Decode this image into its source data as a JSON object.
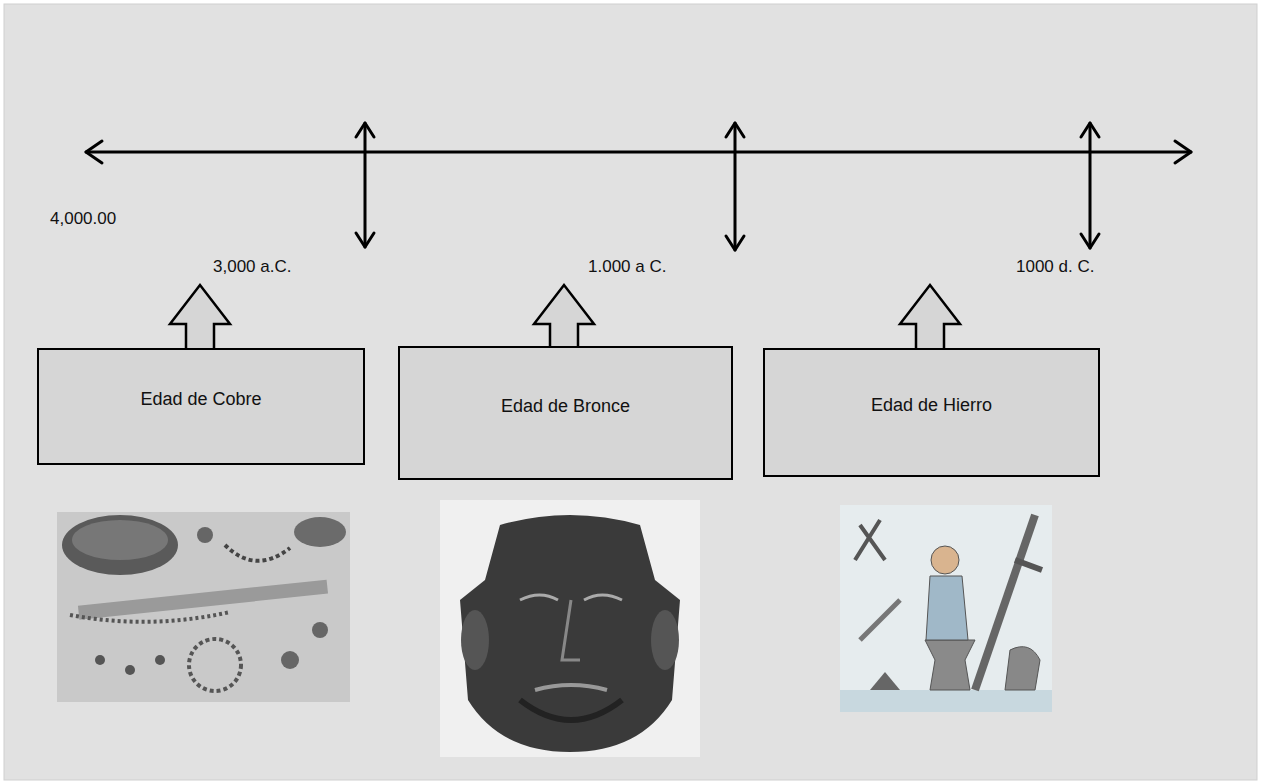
{
  "diagram": {
    "nodes": [
      {
        "text": [
          "Edad de Cobre"
        ]
      },
      {
        "text": [
          "Edad de Bronce"
        ]
      },
      {
        "text": [
          "Edad de Hierro"
        ]
      }
    ],
    "labels": [
      "4,000.00",
      "3,000 a.C.",
      "1.000 a C.",
      "1000 d. C."
    ]
  }
}
